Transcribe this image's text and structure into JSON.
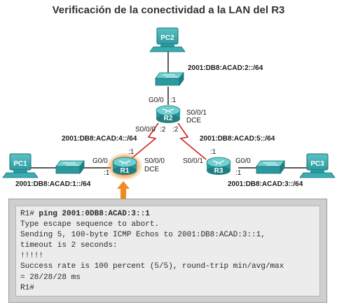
{
  "title": "Verificación de la conectividad a la LAN del R3",
  "devices": {
    "pc1": "PC1",
    "pc2": "PC2",
    "pc3": "PC3",
    "r1": "R1",
    "r2": "R2",
    "r3": "R3"
  },
  "networks": {
    "lan1": "2001:DB8:ACAD:1::/64",
    "lan2": "2001:DB8:ACAD:2::/64",
    "lan3": "2001:DB8:ACAD:3::/64",
    "wan4": "2001:DB8:ACAD:4::/64",
    "wan5": "2001:DB8:ACAD:5::/64"
  },
  "ports": {
    "r2_g00": "G0/0",
    "r2_g00_host": ":1",
    "r2_s000": "S0/0/0",
    "r2_s000_host": ":2",
    "r2_s001": "S0/0/1",
    "r2_s001_dce": "DCE",
    "r2_s001_host": ":2",
    "r1_g00": "G0/0",
    "r1_g00_host": ":1",
    "r1_s000": "S0/0/0",
    "r1_s000_dce": "DCE",
    "r1_s000_host": ":1",
    "r3_s001": "S0/0/1",
    "r3_s001_host": ":1",
    "r3_g00": "G0/0",
    "r3_g00_host": ":1"
  },
  "console": {
    "prompt": "R1# ",
    "command": "ping 2001:0DB8:ACAD:3::1",
    "output": "Type escape sequence to abort.\nSending 5, 100-byte ICMP Echos to 2001:DB8:ACAD:3::1,\ntimeout is 2 seconds:\n!!!!!\nSuccess rate is 100 percent (5/5), round-trip min/avg/max\n= 28/28/28 ms\nR1#"
  },
  "colors": {
    "device_teal": "#2a9a9f",
    "serial_link": "#cc2222",
    "highlight": "#f08a1e"
  }
}
